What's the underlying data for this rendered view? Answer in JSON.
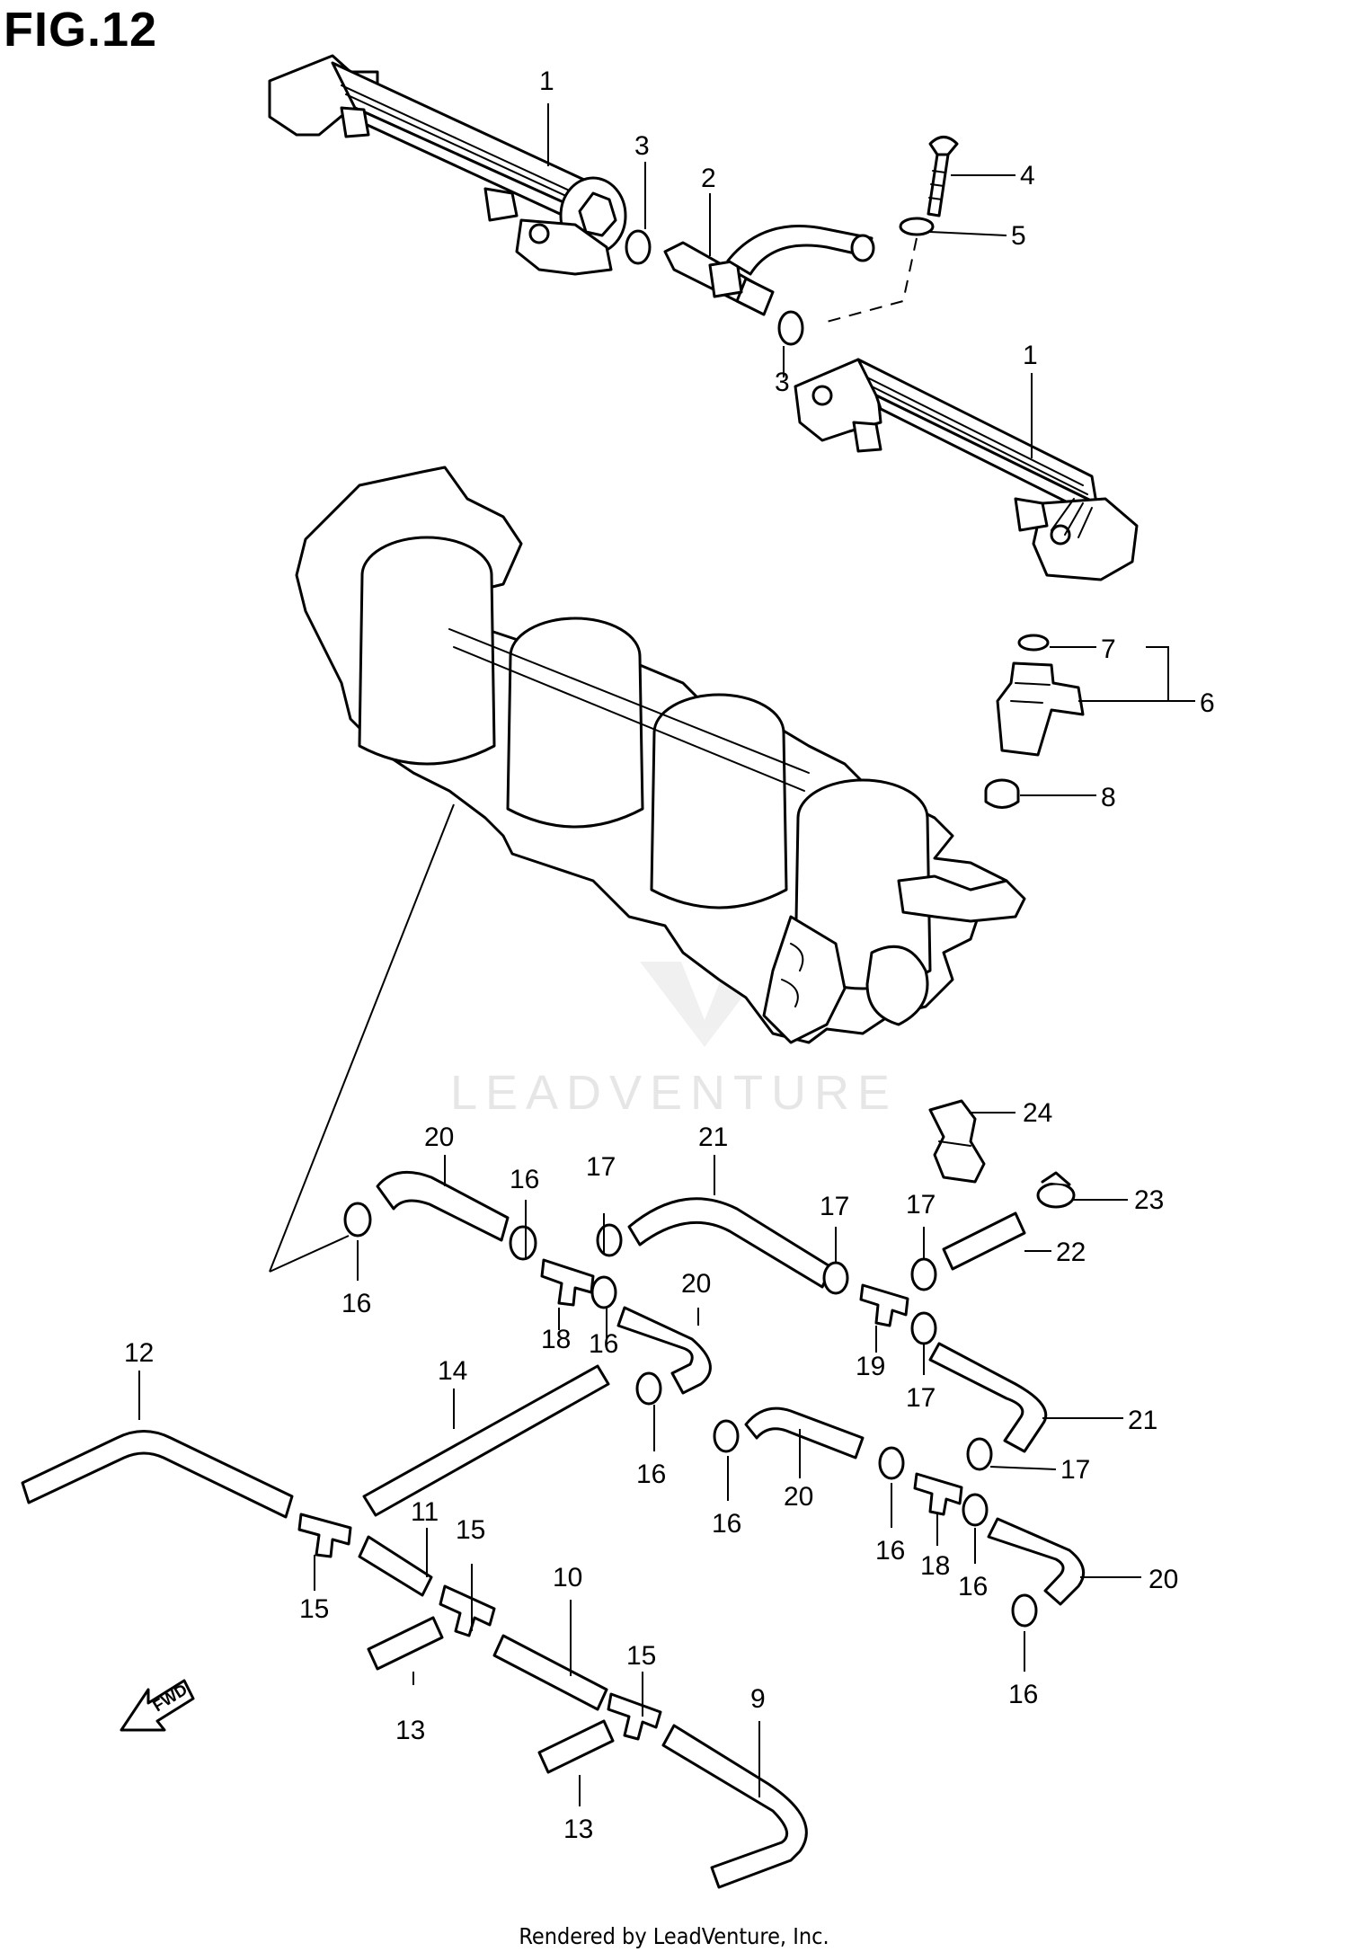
{
  "figure": {
    "title": "FIG.12",
    "footer": "Rendered by LeadVenture, Inc.",
    "watermark": "LEADVENTURE",
    "fwd_label": "FWD"
  },
  "callouts": [
    {
      "id": "c1a",
      "label": "1"
    },
    {
      "id": "c1b",
      "label": "1"
    },
    {
      "id": "c2",
      "label": "2"
    },
    {
      "id": "c3a",
      "label": "3"
    },
    {
      "id": "c3b",
      "label": "3"
    },
    {
      "id": "c4",
      "label": "4"
    },
    {
      "id": "c5",
      "label": "5"
    },
    {
      "id": "c6",
      "label": "6"
    },
    {
      "id": "c7",
      "label": "7"
    },
    {
      "id": "c8",
      "label": "8"
    },
    {
      "id": "c9",
      "label": "9"
    },
    {
      "id": "c10",
      "label": "10"
    },
    {
      "id": "c11",
      "label": "11"
    },
    {
      "id": "c12",
      "label": "12"
    },
    {
      "id": "c13a",
      "label": "13"
    },
    {
      "id": "c13b",
      "label": "13"
    },
    {
      "id": "c14",
      "label": "14"
    },
    {
      "id": "c15a",
      "label": "15"
    },
    {
      "id": "c15b",
      "label": "15"
    },
    {
      "id": "c15c",
      "label": "15"
    },
    {
      "id": "c16a",
      "label": "16"
    },
    {
      "id": "c16b",
      "label": "16"
    },
    {
      "id": "c16c",
      "label": "16"
    },
    {
      "id": "c16d",
      "label": "16"
    },
    {
      "id": "c16e",
      "label": "16"
    },
    {
      "id": "c16f",
      "label": "16"
    },
    {
      "id": "c16g",
      "label": "16"
    },
    {
      "id": "c16h",
      "label": "16"
    },
    {
      "id": "c17a",
      "label": "17"
    },
    {
      "id": "c17b",
      "label": "17"
    },
    {
      "id": "c17c",
      "label": "17"
    },
    {
      "id": "c17d",
      "label": "17"
    },
    {
      "id": "c17e",
      "label": "17"
    },
    {
      "id": "c18a",
      "label": "18"
    },
    {
      "id": "c18b",
      "label": "18"
    },
    {
      "id": "c19",
      "label": "19"
    },
    {
      "id": "c20a",
      "label": "20"
    },
    {
      "id": "c20b",
      "label": "20"
    },
    {
      "id": "c20c",
      "label": "20"
    },
    {
      "id": "c20d",
      "label": "20"
    },
    {
      "id": "c21a",
      "label": "21"
    },
    {
      "id": "c21b",
      "label": "21"
    },
    {
      "id": "c22",
      "label": "22"
    },
    {
      "id": "c23",
      "label": "23"
    },
    {
      "id": "c24",
      "label": "24"
    }
  ]
}
